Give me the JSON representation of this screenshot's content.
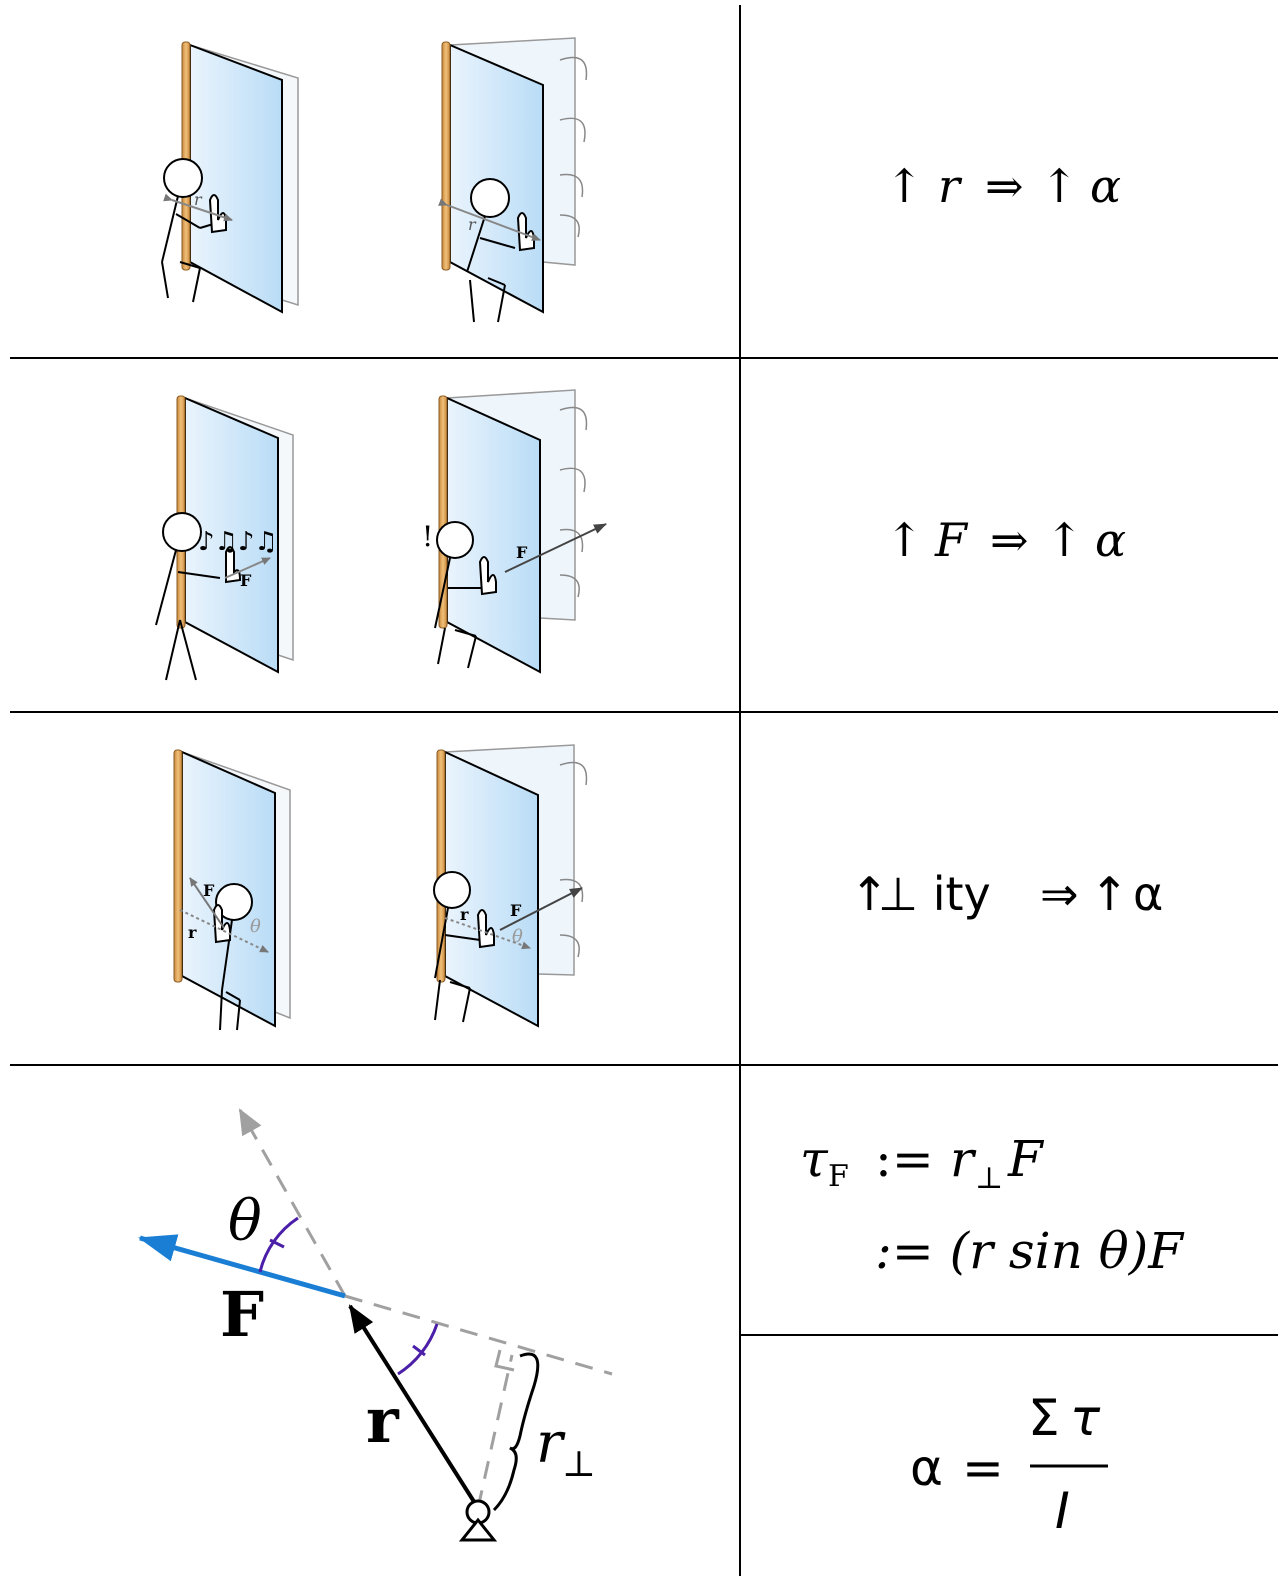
{
  "rows": [
    {
      "formula": {
        "arrow1": "↑",
        "var": "r",
        "implies": "⇒",
        "arrow2": "↑",
        "result": "α"
      },
      "labels": {
        "r_left": "r",
        "r_right": "r"
      }
    },
    {
      "formula": {
        "arrow1": "↑",
        "var": "F",
        "implies": "⇒",
        "arrow2": "↑",
        "result": "α"
      },
      "labels": {
        "F_left": "F",
        "F_right": "F",
        "exclaim": "!"
      }
    },
    {
      "formula": {
        "arrow1": "↑",
        "var": "⊥ ity",
        "implies": "⇒",
        "arrow2": "↑",
        "result": "α"
      },
      "labels": {
        "F_left": "F",
        "r_left": "r",
        "theta_left": "θ",
        "F_right": "F",
        "r_right": "r",
        "theta_right": "θ"
      }
    }
  ],
  "torque": {
    "tau": "τ",
    "sub_F": "F",
    "def": ":=",
    "r": "r",
    "perp": "⊥",
    "F": "F",
    "line2": ":= (r sin θ)F"
  },
  "newton": {
    "alpha": "α",
    "eq": "=",
    "sigma": "Σ",
    "tau": "τ",
    "I": "I"
  },
  "diagram": {
    "theta": "θ",
    "F": "F",
    "r": "r",
    "r_perp": "r",
    "perp": "⊥"
  },
  "colors": {
    "door_light": "#eaf4fd",
    "door_dark": "#b9dcf6",
    "hinge": "#d9a05a",
    "force_blue": "#1a7fd4",
    "angle_purple": "#4b1fa8",
    "dashed_gray": "#a0a0a0"
  }
}
